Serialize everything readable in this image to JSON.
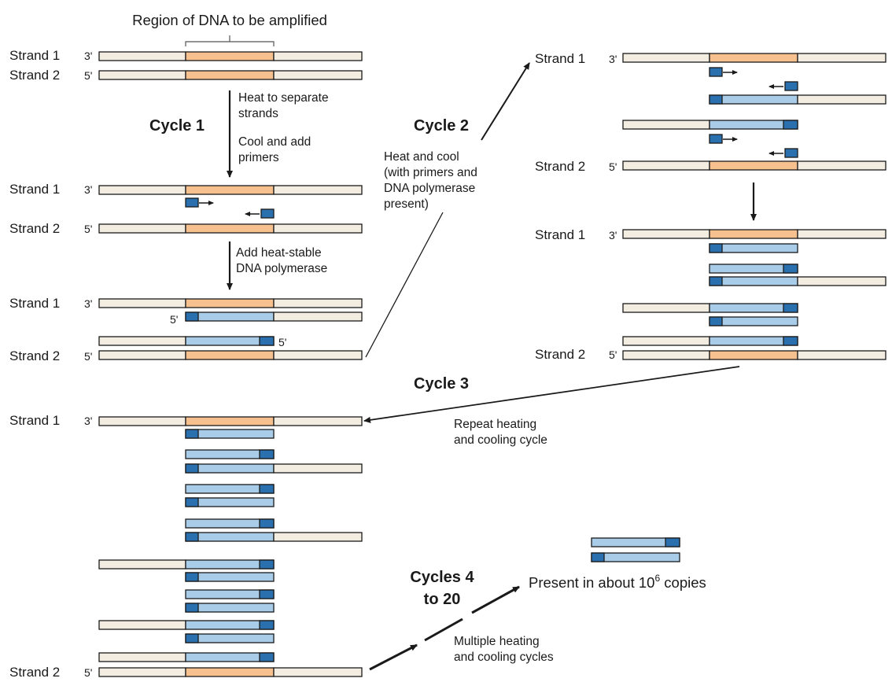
{
  "labels": {
    "region": "Region of DNA to be amplified",
    "strand1": "Strand 1",
    "strand2": "Strand 2",
    "end3": "3'",
    "end5": "5'"
  },
  "cycles": {
    "c1": "Cycle 1",
    "c2": "Cycle 2",
    "c3": "Cycle 3",
    "c4_line1": "Cycles 4",
    "c4_line2": "to 20"
  },
  "notes": {
    "heat1": "Heat to separate",
    "heat2": "strands",
    "cool1": "Cool and add",
    "cool2": "primers",
    "poly1": "Add heat-stable",
    "poly2": "DNA polymerase",
    "hc1": "Heat and cool",
    "hc2": "(with primers and",
    "hc3": "DNA polymerase",
    "hc4": "present)",
    "rep1": "Repeat heating",
    "rep2": "and cooling cycle",
    "mult1": "Multiple heating",
    "mult2": "and cooling cycles",
    "present_pre": "Present in about 10",
    "present_exp": "6",
    "present_post": " copies"
  },
  "colors": {
    "template": "#f3ede1",
    "target": "#f7c08f",
    "copy": "#a9cde8",
    "primer": "#2a6fae",
    "outline": "#1a1a1a"
  }
}
